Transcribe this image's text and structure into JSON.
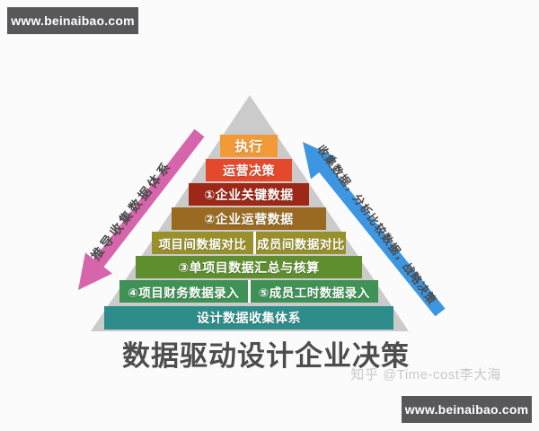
{
  "site_banner": {
    "url": "www.beinaibao.com"
  },
  "title": "数据驱动设计企业决策",
  "watermark": "知乎 @Time-cost李大海",
  "arrows": {
    "left": {
      "label": "推导收集数据体系",
      "color": "#d765ac"
    },
    "right": {
      "label": "收集数据，分析比较数据，战略决策",
      "color": "#3d96e1"
    }
  },
  "pyramid": {
    "background_color": "#cbcbcb",
    "levels": [
      {
        "label": "执行",
        "color": "#f19a37"
      },
      {
        "label": "运营决策",
        "color": "#e4492b"
      },
      {
        "label": "①企业关键数据",
        "color": "#9e2818"
      },
      {
        "label": "②企业运营数据",
        "color": "#9a6a22"
      },
      {
        "cells": [
          "项目间数据对比",
          "成员间数据对比"
        ],
        "color": "#97902b"
      },
      {
        "label": "③单项目数据汇总与核算",
        "color": "#5f8e2f"
      },
      {
        "cells": [
          "④项目财务数据录入",
          "⑤成员工时数据录入"
        ],
        "color": "#3f9155"
      },
      {
        "label": "设计数据收集体系",
        "color": "#2e8c8a"
      }
    ]
  },
  "colors": {
    "banner_bg": "#58585a",
    "title_text": "#4d4d4d",
    "watermark_text": "#c9c9c9",
    "arrow_label_text": "#4a4a4a"
  }
}
